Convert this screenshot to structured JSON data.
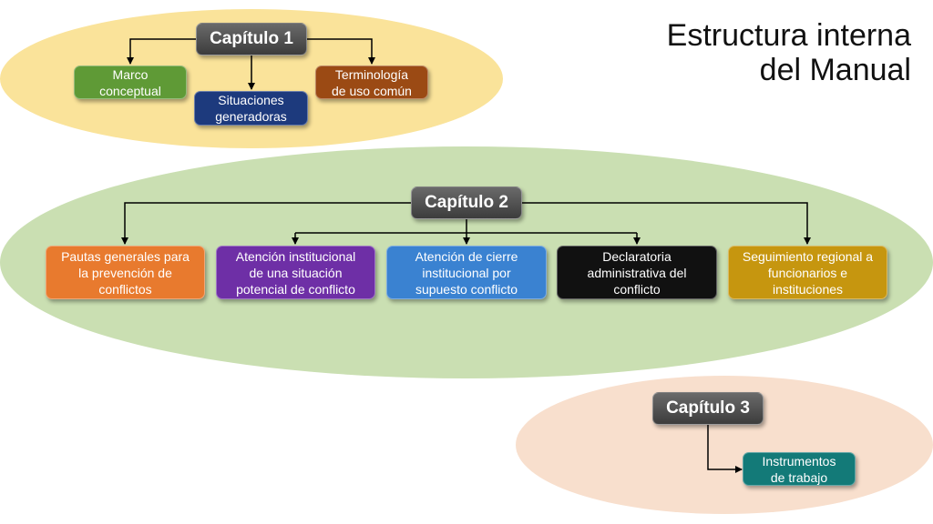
{
  "title": {
    "line1": "Estructura interna",
    "line2": "del Manual"
  },
  "chapters": [
    {
      "label": "Capítulo 1",
      "color": "#4f4f4f"
    },
    {
      "label": "Capítulo 2",
      "color": "#4f4f4f"
    },
    {
      "label": "Capítulo 3",
      "color": "#4f4f4f"
    }
  ],
  "chapter1_items": [
    {
      "line1": "Marco",
      "line2": "conceptual",
      "color": "#5f9a36"
    },
    {
      "line1": "Situaciones",
      "line2": "generadoras",
      "color": "#1d3a7d"
    },
    {
      "line1": "Terminología",
      "line2": "de uso común",
      "color": "#9b4a14"
    }
  ],
  "chapter2_items": [
    {
      "line1": "Pautas generales para",
      "line2": "la prevención de",
      "line3": "conflictos",
      "color": "#e87a2e"
    },
    {
      "line1": "Atención institucional",
      "line2": "de una situación",
      "line3": "potencial de conflicto",
      "color": "#6e2fa6"
    },
    {
      "line1": "Atención de cierre",
      "line2": "institucional por",
      "line3": "supuesto conflicto",
      "color": "#3a82d1"
    },
    {
      "line1": "Declaratoria",
      "line2": "administrativa del",
      "line3": "conflicto",
      "color": "#111111"
    },
    {
      "line1": "Seguimiento regional a",
      "line2": "funcionarios e",
      "line3": "instituciones",
      "color": "#c6960f"
    }
  ],
  "chapter3_items": [
    {
      "line1": "Instrumentos",
      "line2": "de trabajo",
      "color": "#137a78"
    }
  ]
}
